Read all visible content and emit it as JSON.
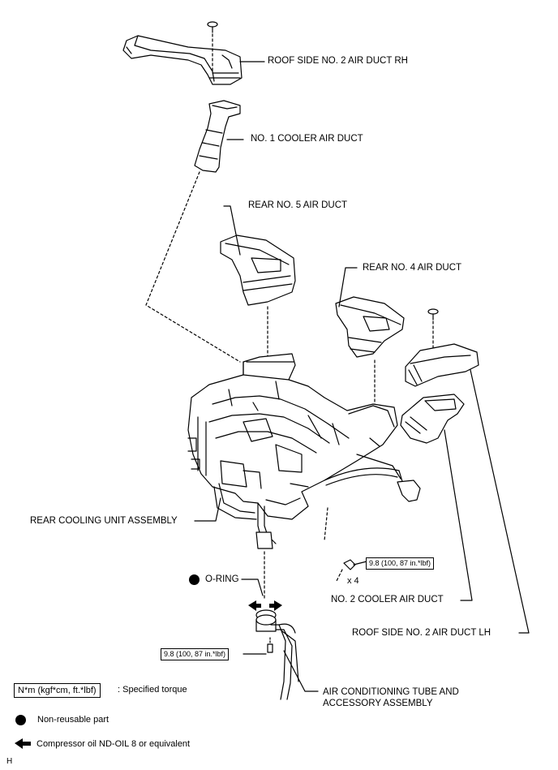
{
  "labels": {
    "roof_side_rh": "ROOF SIDE NO. 2 AIR DUCT RH",
    "no1_cooler": "NO. 1 COOLER AIR DUCT",
    "rear_no5": "REAR NO. 5 AIR DUCT",
    "rear_no4": "REAR NO. 4 AIR DUCT",
    "rear_cooling_unit": "REAR COOLING UNIT ASSEMBLY",
    "o_ring": "O-RING",
    "no2_cooler": "NO. 2 COOLER AIR DUCT",
    "roof_side_lh": "ROOF SIDE NO. 2 AIR DUCT LH",
    "ac_tube_line1": "AIR CONDITIONING TUBE AND",
    "ac_tube_line2": "ACCESSORY ASSEMBLY"
  },
  "torque": {
    "bolt_upper": "9.8 (100, 87 in.*lbf)",
    "bolt_upper_qty": "x 4",
    "bolt_lower": "9.8 (100, 87 in.*lbf)"
  },
  "legend": {
    "torque_unit": "N*m (kgf*cm, ft.*lbf)",
    "torque_desc": ": Specified torque",
    "nonreusable": "Non-reusable part",
    "oil": "Compressor oil ND-OIL 8 or equivalent"
  },
  "footer": {
    "code": "H"
  }
}
